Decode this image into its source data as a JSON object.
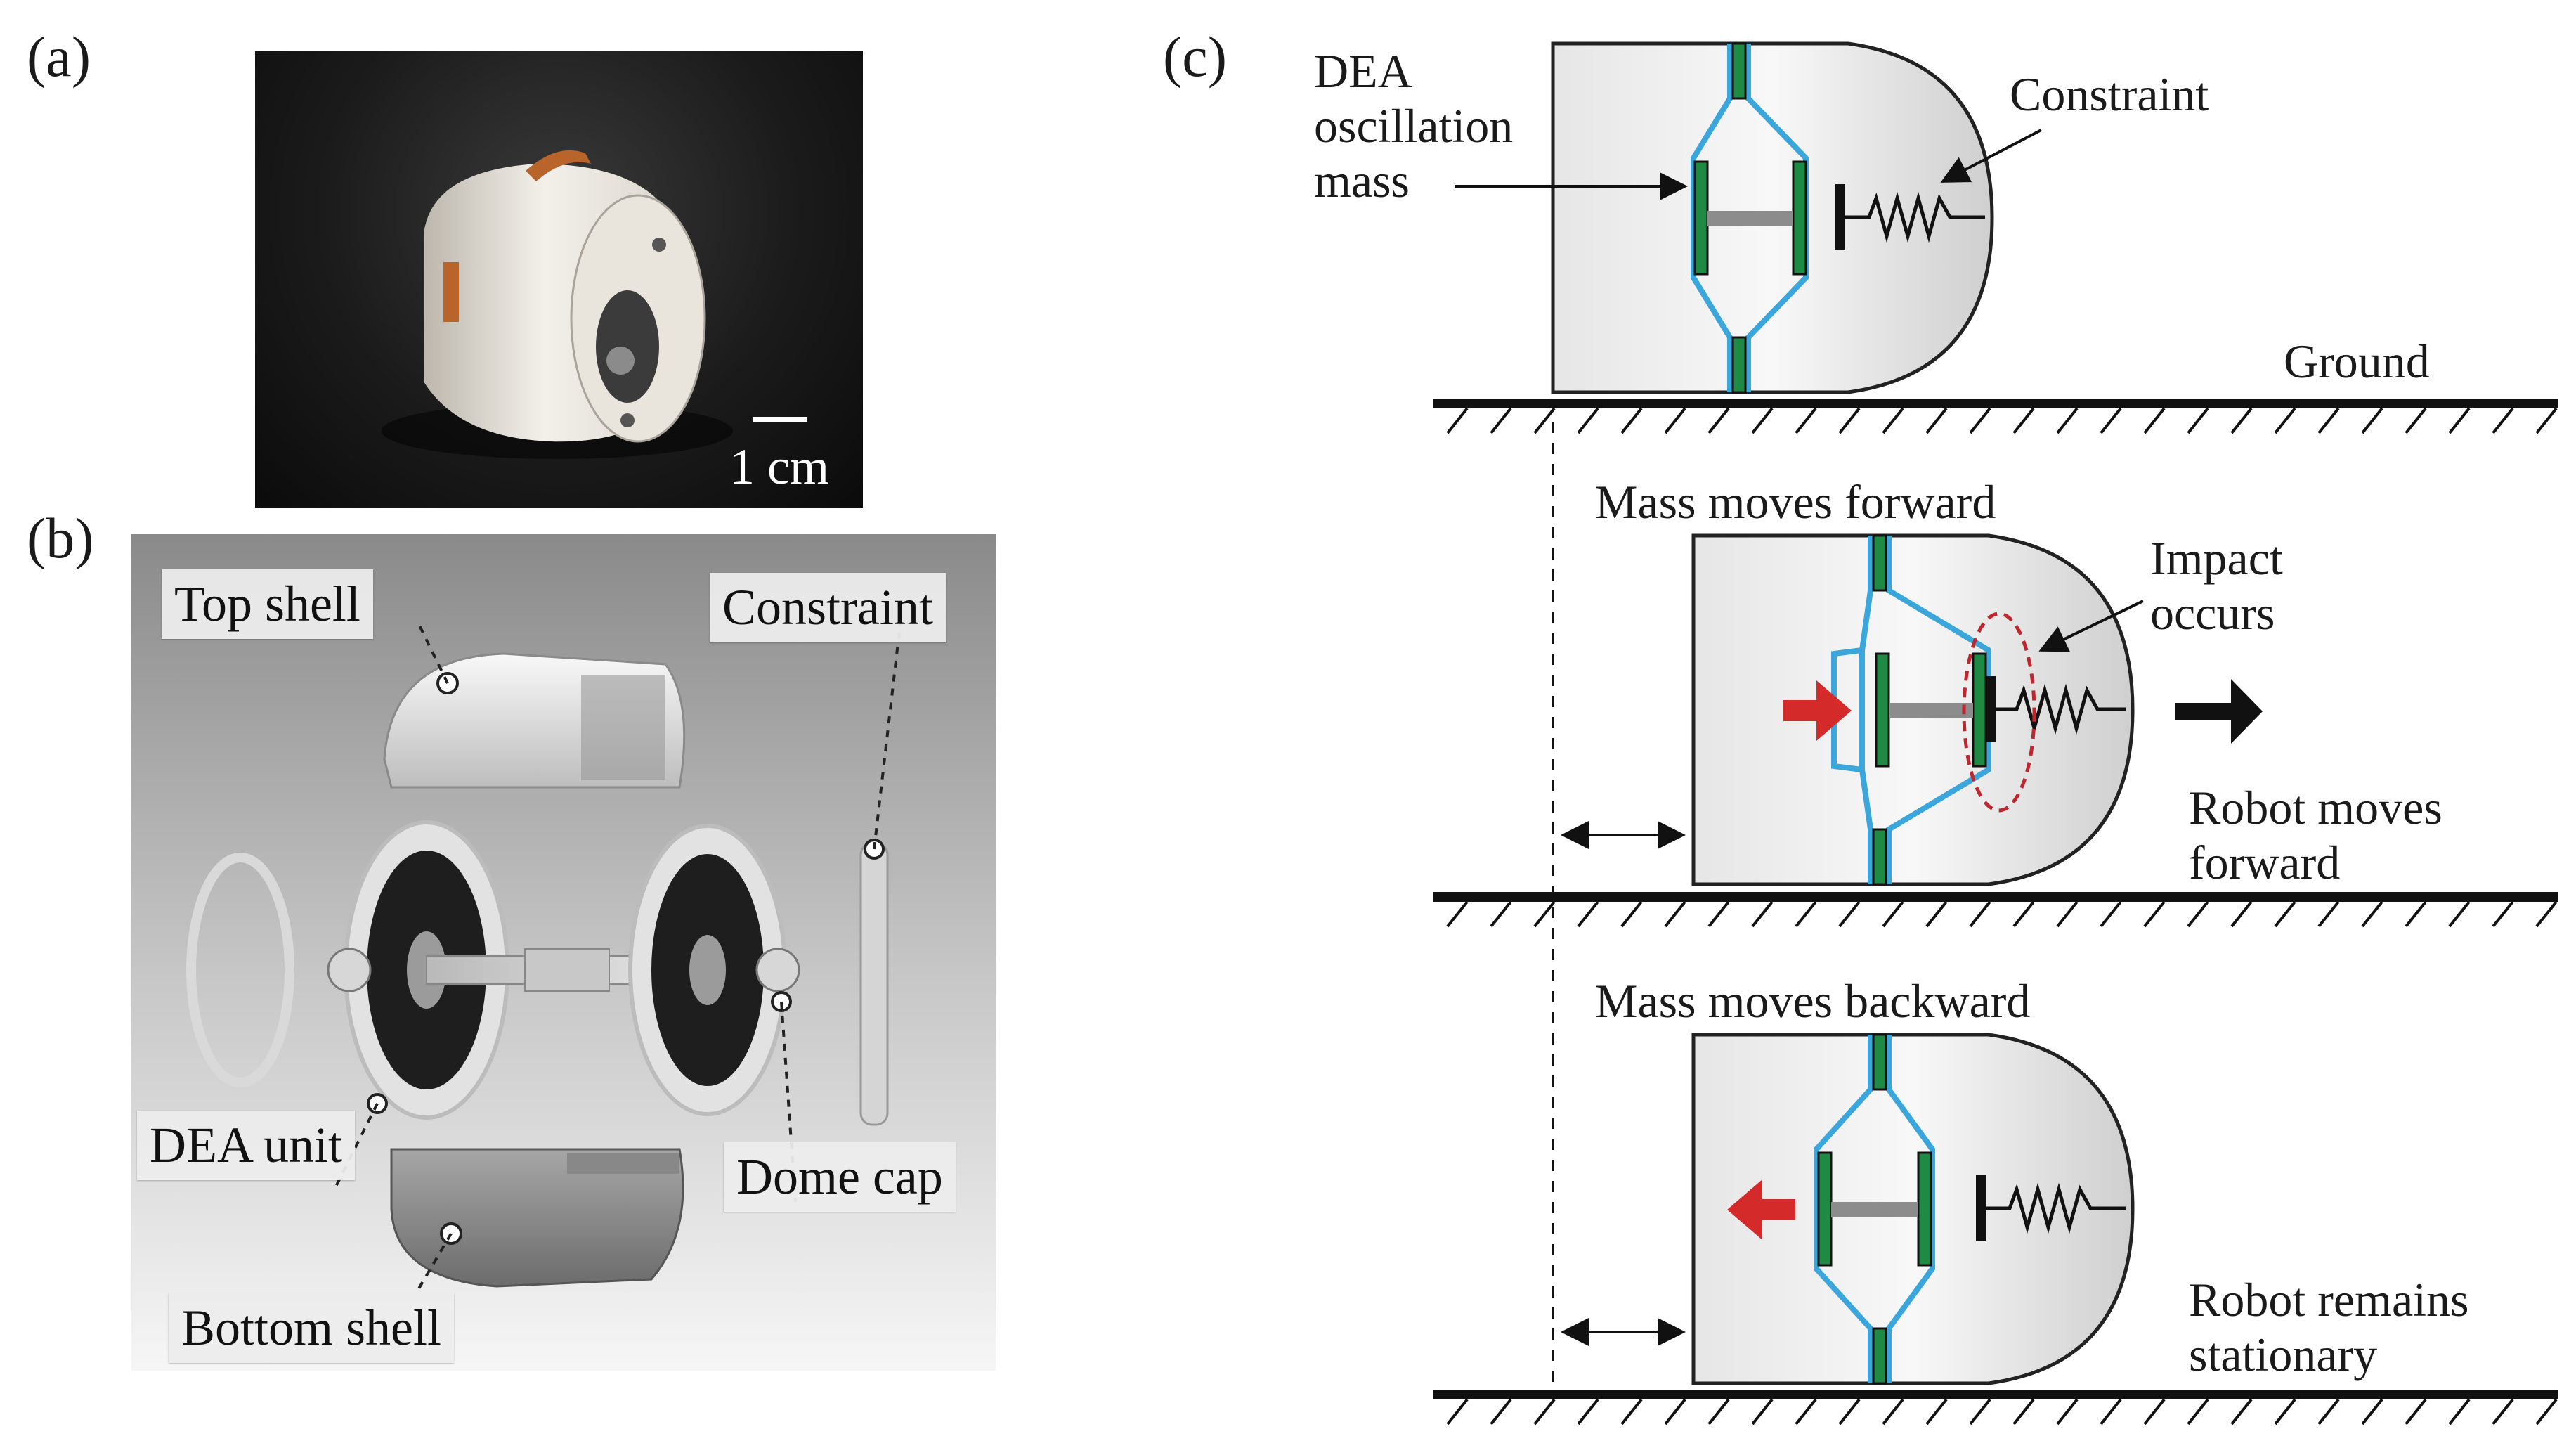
{
  "panels": {
    "a": {
      "label": "(a)",
      "scale_bar": "1 cm"
    },
    "b": {
      "label": "(b)",
      "callouts": {
        "top_shell": "Top shell",
        "constraint": "Constraint",
        "dea_unit": "DEA unit",
        "dome_cap": "Dome cap",
        "bottom_shell": "Bottom shell"
      }
    },
    "c": {
      "label": "(c)",
      "dea_mass_line1": "DEA",
      "dea_mass_line2": "oscillation",
      "dea_mass_line3": "mass",
      "constraint": "Constraint",
      "ground": "Ground",
      "forward_title": "Mass moves forward",
      "impact_line1": "Impact",
      "impact_line2": "occurs",
      "robot_forward_line1": "Robot moves",
      "robot_forward_line2": "forward",
      "backward_title": "Mass moves backward",
      "robot_stationary_line1": "Robot remains",
      "robot_stationary_line2": "stationary"
    }
  },
  "colors": {
    "membrane": "#3aa6dc",
    "electrode": "#1f8a43",
    "arrow_red": "#d42a2a",
    "impact_ring": "#c0262d",
    "copper": "#b8642b"
  }
}
